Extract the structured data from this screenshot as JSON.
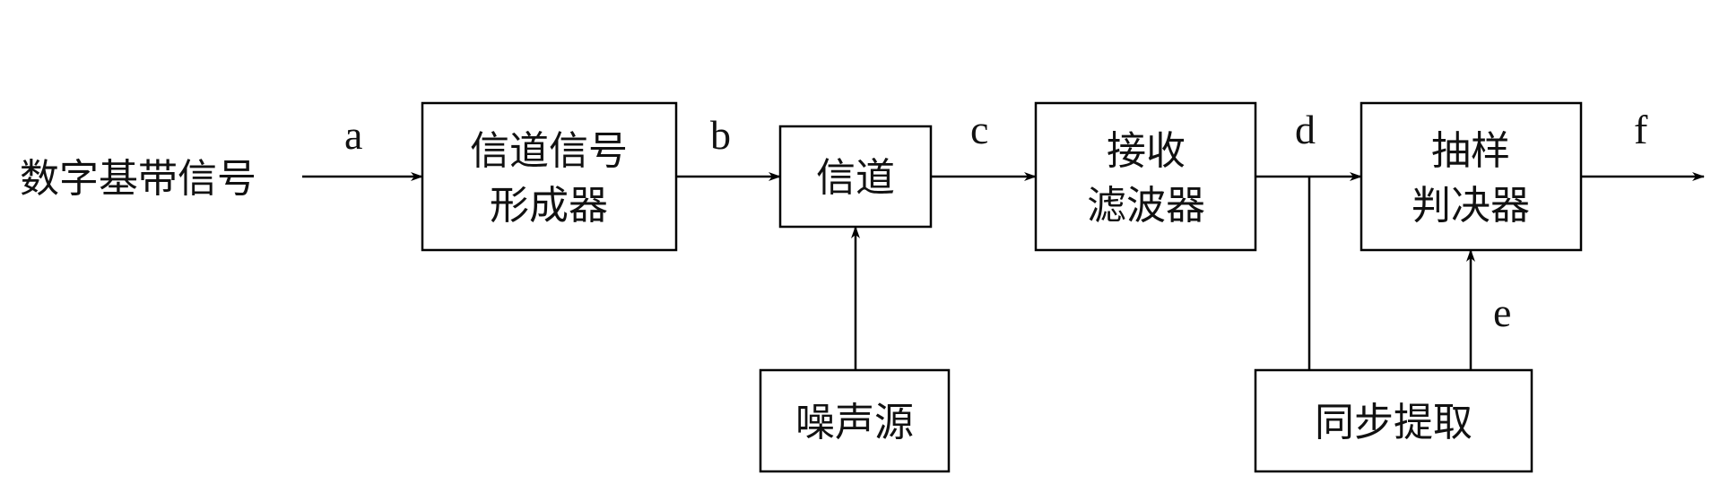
{
  "input_label": "数字基带信号",
  "blocks": {
    "channel_signal_former": {
      "line1": "信道信号",
      "line2": "形成器"
    },
    "channel": {
      "line1": "信道"
    },
    "noise_source": {
      "line1": "噪声源"
    },
    "receive_filter": {
      "line1": "接收",
      "line2": "滤波器"
    },
    "sample_decider": {
      "line1": "抽样",
      "line2": "判决器"
    },
    "sync_extract": {
      "line1": "同步提取"
    }
  },
  "signals": {
    "a": "a",
    "b": "b",
    "c": "c",
    "d": "d",
    "e": "e",
    "f": "f"
  }
}
